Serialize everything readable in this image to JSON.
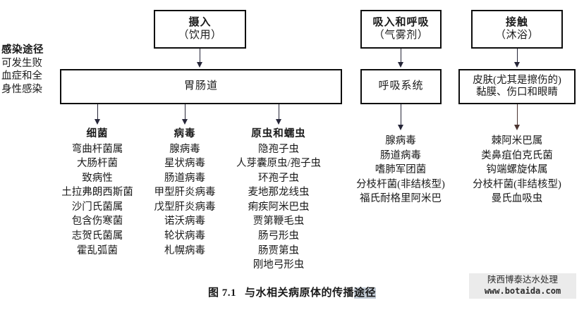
{
  "figure": {
    "caption_number": "图 7.1",
    "caption_text_main": "与水相关病原体的传播",
    "caption_text_selected": "途径"
  },
  "left_label": {
    "header": "感染途径",
    "line1": "可发生败",
    "line2": "血症和全",
    "line3": "身性感染"
  },
  "routes": [
    {
      "id": "ingestion",
      "title": "摄入",
      "subtitle": "（饮用）"
    },
    {
      "id": "inhalation",
      "title": "吸入和呼吸",
      "subtitle": "（气雾剂）"
    },
    {
      "id": "contact",
      "title": "接触",
      "subtitle": "（沐浴）"
    }
  ],
  "targets": {
    "gi": "胃肠道",
    "respiratory": "呼吸系统",
    "skin_line1": "皮肤(尤其是擦伤的)",
    "skin_line2": "黏膜、伤口和眼睛"
  },
  "columns": [
    {
      "id": "bacteria",
      "header": "细菌",
      "items": [
        "弯曲杆菌属",
        "大肠杆菌",
        "致病性",
        "土拉弗朗西斯菌",
        "沙门氏菌属",
        "包含伤寒菌",
        "志贺氏菌属",
        "霍乱弧菌"
      ]
    },
    {
      "id": "viruses",
      "header": "病毒",
      "items": [
        "腺病毒",
        "星状病毒",
        "肠道病毒",
        "甲型肝炎病毒",
        "戊型肝炎病毒",
        "诺沃病毒",
        "轮状病毒",
        "札幌病毒"
      ]
    },
    {
      "id": "protozoa-helminths",
      "header": "原虫和蠕虫",
      "items": [
        "隐孢子虫",
        "人芽囊原虫/孢子虫",
        "环孢子虫",
        "麦地那龙线虫",
        "痢疾阿米巴虫",
        "贾第鞭毛虫",
        "肠弓形虫",
        "肠贾第虫",
        "刚地弓形虫"
      ]
    },
    {
      "id": "respiratory-pathogens",
      "header": "",
      "items": [
        "腺病毒",
        "肠道病毒",
        "嗜肺军团菌",
        "分枝杆菌(非结核型)",
        "福氏耐格里阿米巴"
      ]
    },
    {
      "id": "contact-pathogens",
      "header": "",
      "items": [
        "棘阿米巴属",
        "类鼻疽伯克氏菌",
        "钩端螺旋体属",
        "分枝杆菌(非结核型)",
        "曼氏血吸虫"
      ]
    }
  ],
  "watermark": {
    "line1": "陕西博泰达水处理",
    "line2": "www.botaida.com"
  },
  "colors": {
    "box_border": "#0d0d0d",
    "arrow": "#262638",
    "arrow_brown": "#4a3430",
    "selection": "#c3ccd6",
    "watermark_bg": "#ebebeb"
  }
}
